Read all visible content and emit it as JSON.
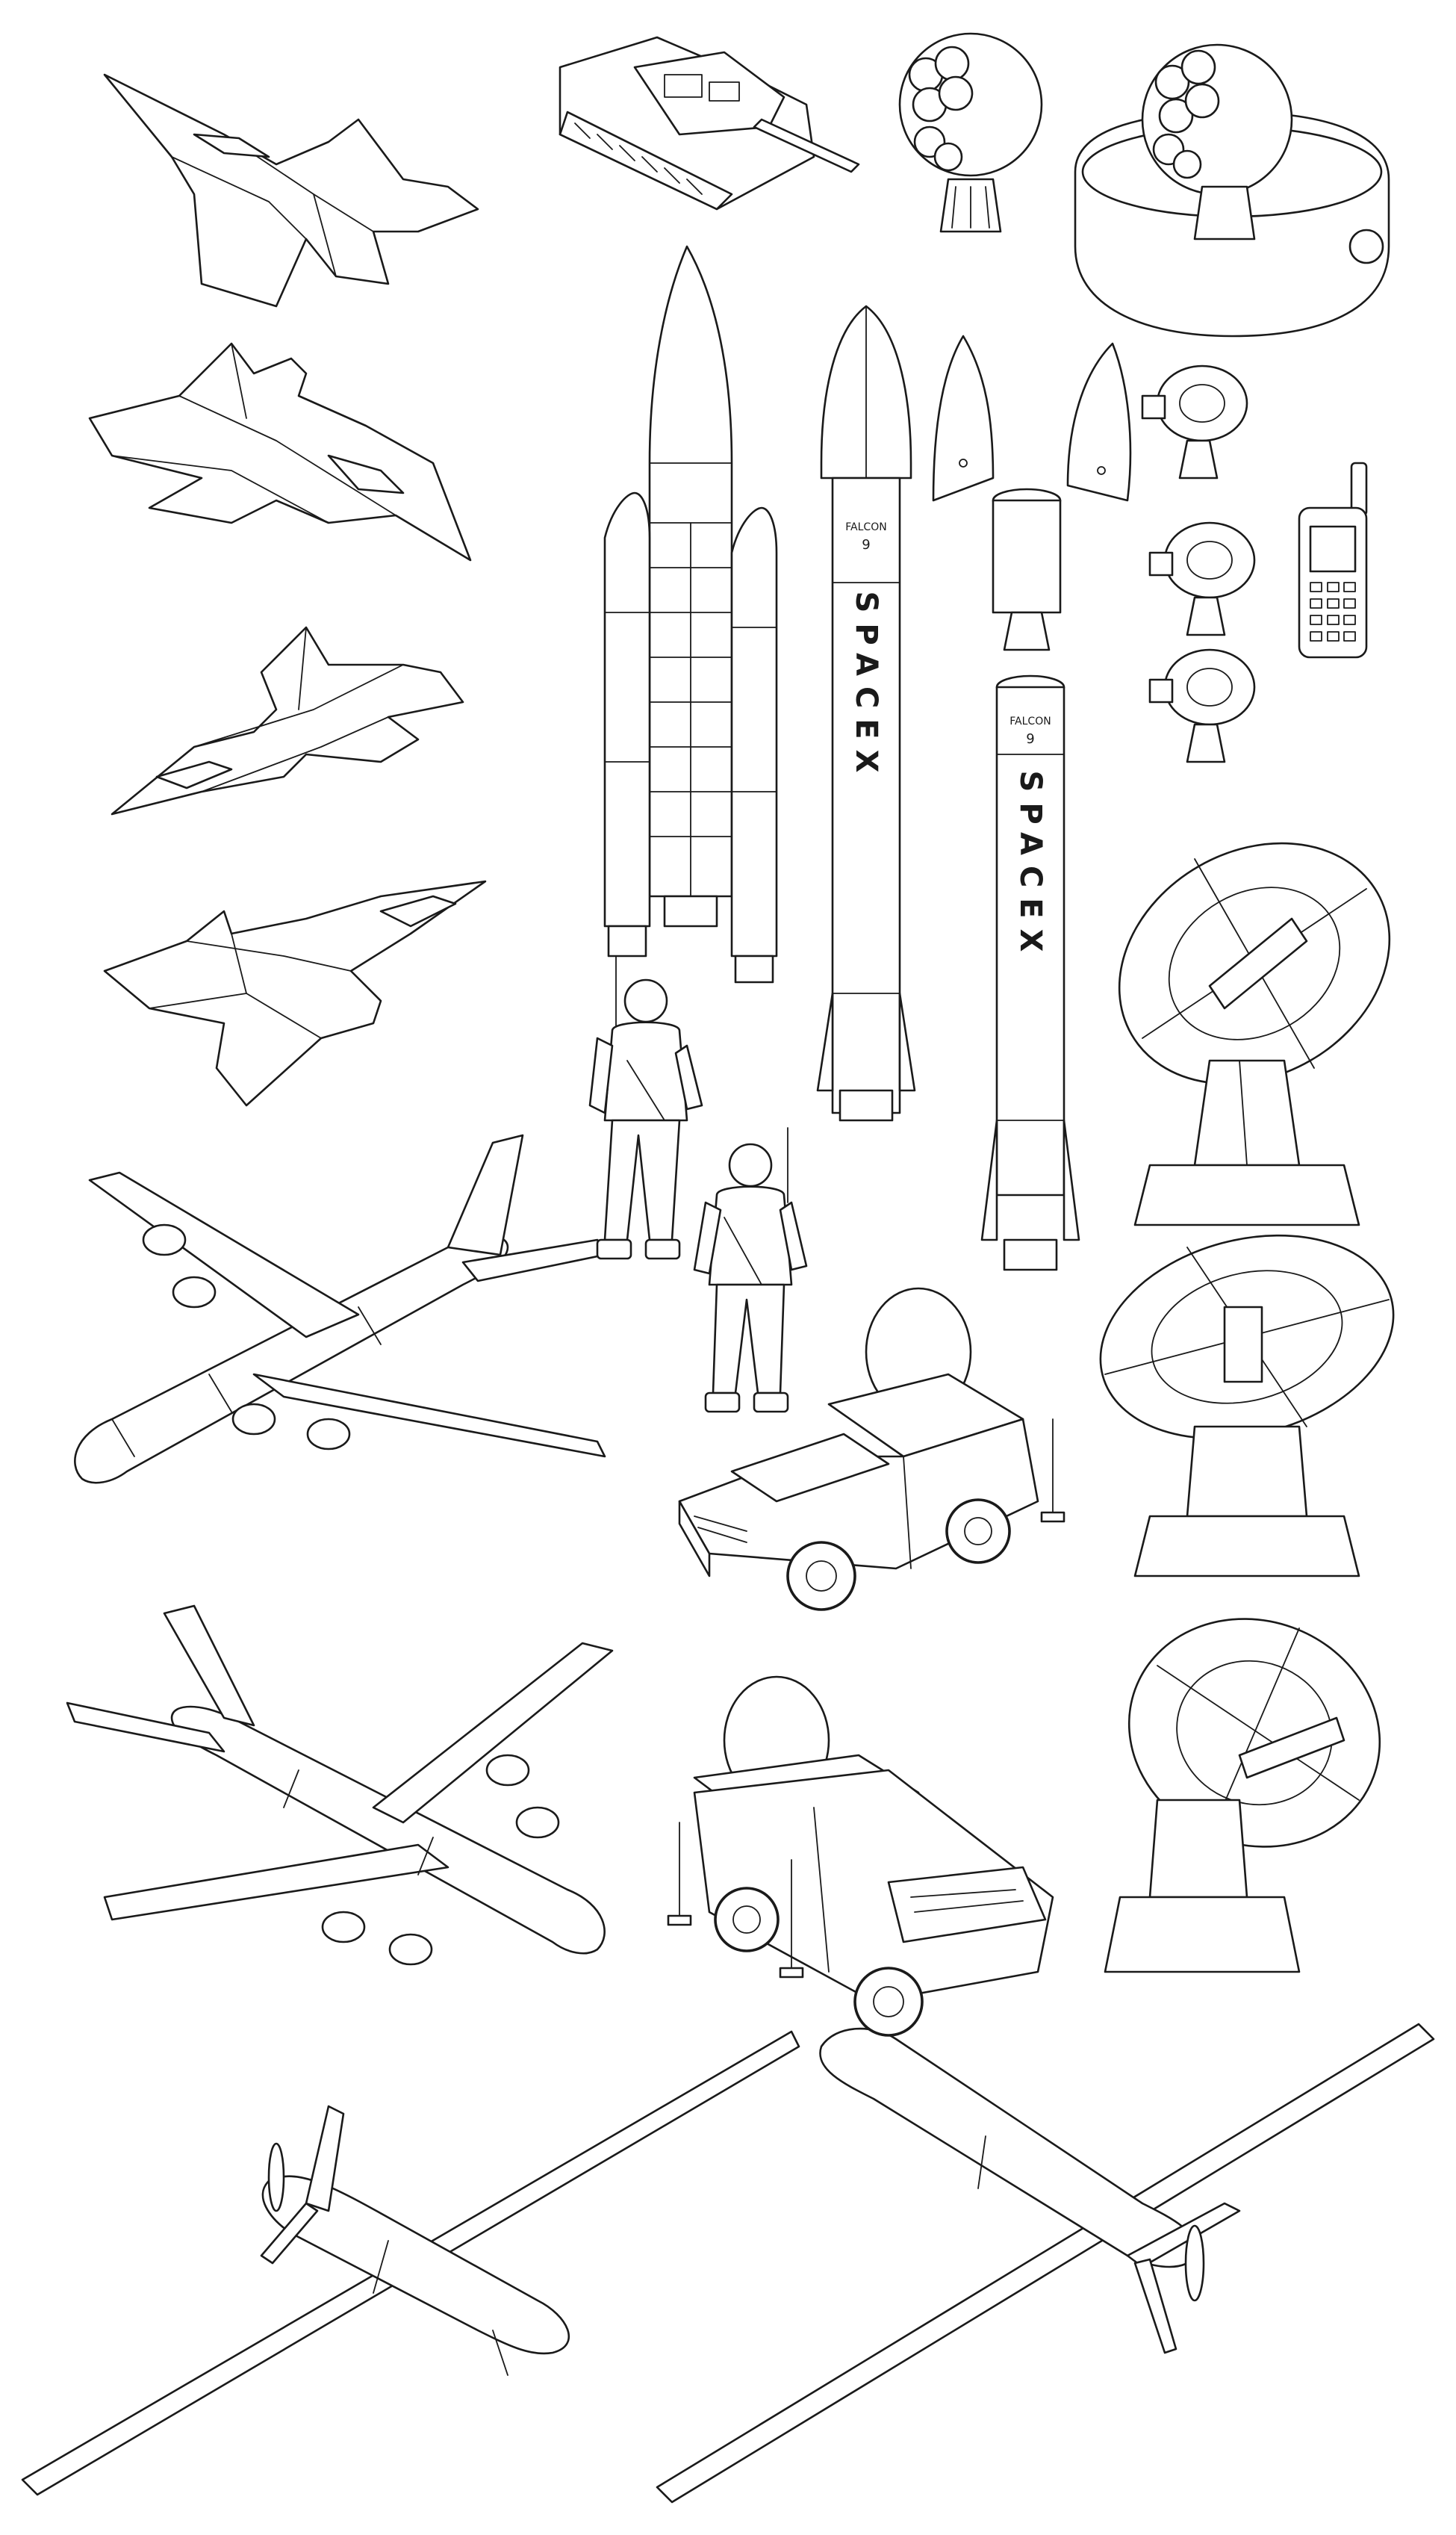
{
  "colors": {
    "line": "#1a1a1a",
    "background": "#ffffff"
  },
  "rocket_labels": {
    "left_brand": "SPACEX",
    "left_stage": "FALCON",
    "left_number": "9",
    "right_brand": "SPACEX",
    "right_stage": "FALCON",
    "right_number": "9"
  }
}
